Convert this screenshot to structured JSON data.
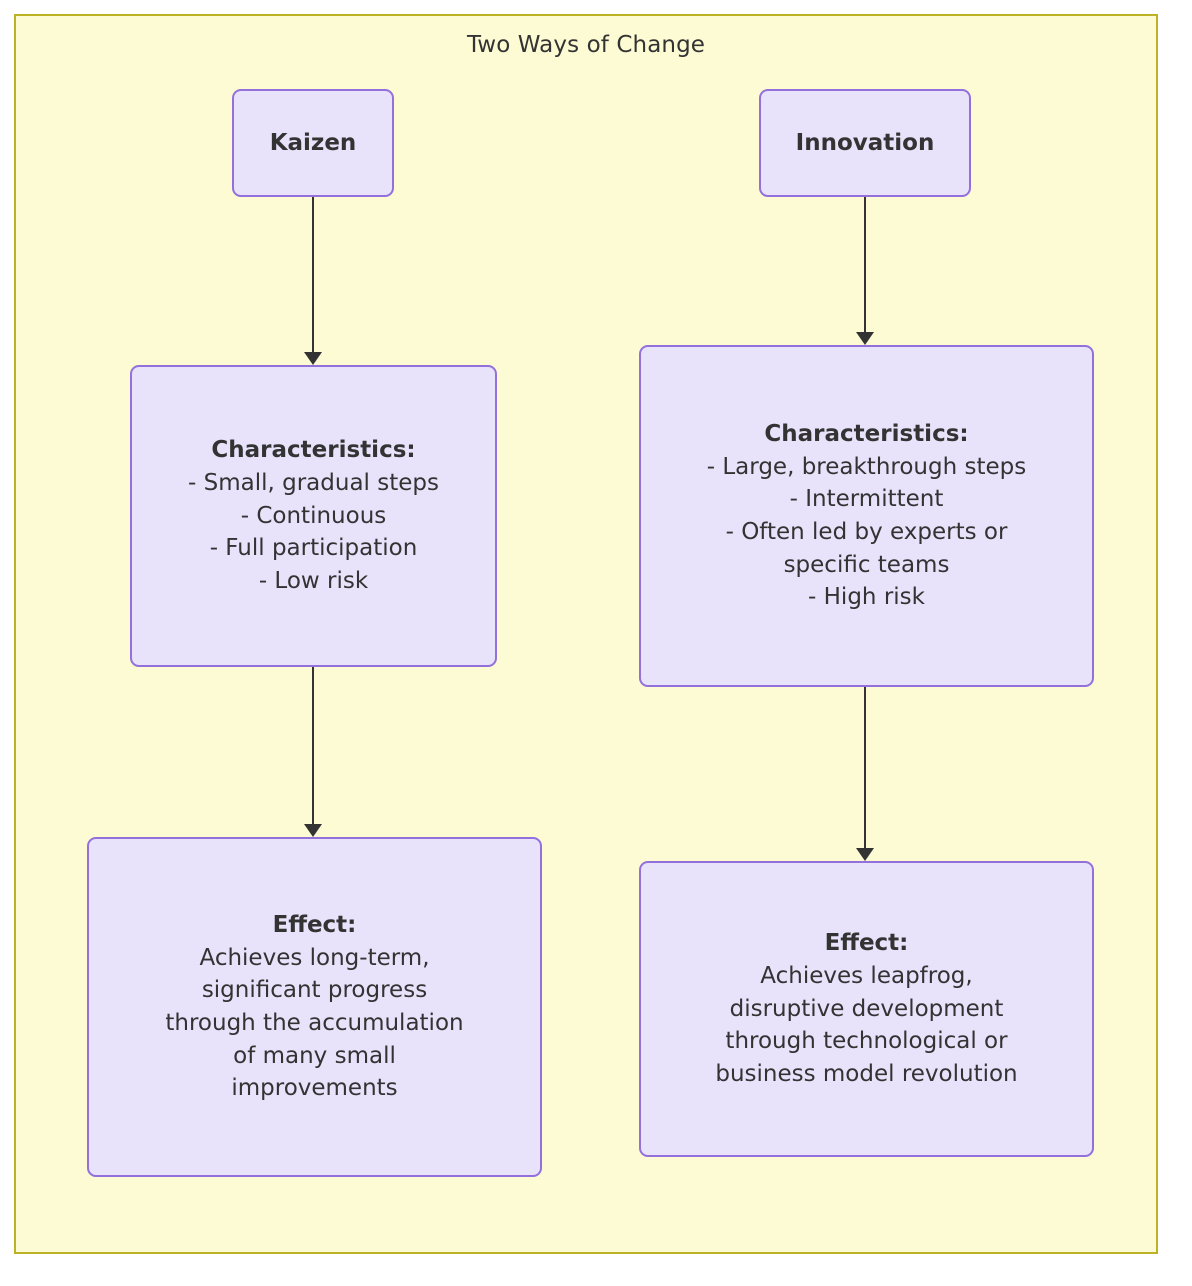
{
  "diagram": {
    "title": "Two Ways of Change",
    "type": "flowchart",
    "direction": "top-down",
    "colors": {
      "frame_background": "#fdfbd4",
      "frame_border": "#bdb125",
      "node_fill": "#e8e3fb",
      "node_border": "#9370db",
      "text": "#333333",
      "edge": "#333333"
    }
  },
  "nodes": {
    "kaizen": {
      "title": "Kaizen"
    },
    "innovation": {
      "title": "Innovation"
    },
    "kaizen_characteristics": {
      "heading": "Characteristics:",
      "lines": [
        "- Small, gradual steps",
        "- Continuous",
        "- Full participation",
        "- Low risk"
      ]
    },
    "innovation_characteristics": {
      "heading": "Characteristics:",
      "lines": [
        "- Large, breakthrough steps",
        "- Intermittent",
        "- Often led by experts or",
        "specific teams",
        "- High risk"
      ]
    },
    "kaizen_effect": {
      "heading": "Effect:",
      "lines": [
        "Achieves long-term,",
        "significant progress",
        "through the accumulation",
        "of many small",
        "improvements"
      ]
    },
    "innovation_effect": {
      "heading": "Effect:",
      "lines": [
        "Achieves leapfrog,",
        "disruptive development",
        "through technological or",
        "business model revolution"
      ]
    }
  },
  "edges": [
    {
      "from": "Kaizen",
      "to": "Characteristics:",
      "label": ""
    },
    {
      "from": "Characteristics:",
      "to": "Effect:",
      "label": ""
    },
    {
      "from": "Innovation",
      "to": "Characteristics:",
      "label": ""
    },
    {
      "from": "Characteristics:",
      "to": "Effect:",
      "label": ""
    }
  ]
}
